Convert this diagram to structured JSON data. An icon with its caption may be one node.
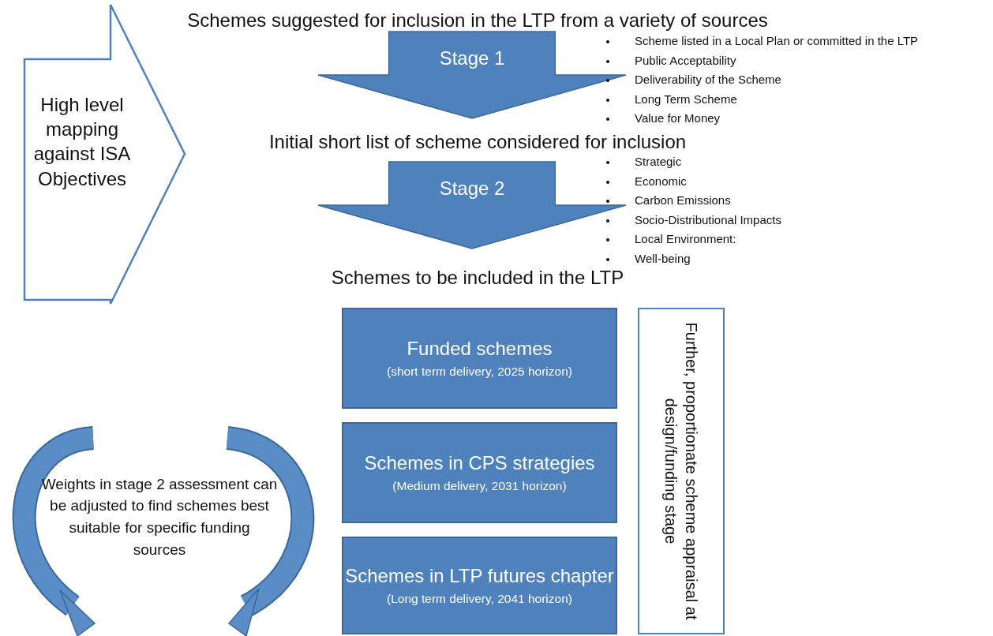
{
  "diagram": {
    "nodes": [
      {
        "text": [
          "Schemes suggested for inclusion in the LTP from a variety of sources"
        ]
      },
      {
        "text": [
          "Stage 1"
        ],
        "beside": [
          "Scheme listed in a Local Plan or committed in the LTP",
          "Public Acceptability",
          "Deliverability of the Scheme",
          "Long Term Scheme",
          "Value for Money"
        ]
      },
      {
        "text": [
          "Initial short list of scheme considered for inclusion"
        ]
      },
      {
        "text": [
          "Stage 2"
        ],
        "beside": [
          "Strategic",
          "Economic",
          "Carbon Emissions",
          "Socio-Distributional Impacts",
          "Local Environment:",
          "Well-being"
        ]
      },
      {
        "text": [
          "Schemes to be included in the LTP"
        ]
      },
      {
        "text": [
          "Funded schemes",
          "(short term delivery, 2025 horizon)"
        ]
      },
      {
        "text": [
          "Schemes in CPS strategies",
          "(Medium delivery, 2031 horizon)"
        ]
      },
      {
        "text": [
          "Schemes in LTP futures chapter",
          "(Long term delivery, 2041 horizon)"
        ]
      },
      {
        "text": [
          "Further, proportionate scheme appraisal at design/funding stage"
        ]
      },
      {
        "text": [
          "High level mapping against ISA Objectives"
        ]
      },
      {
        "text": [
          "Weights in stage 2 assessment can be adjusted to find schemes best suitable for specific funding sources"
        ]
      }
    ]
  }
}
